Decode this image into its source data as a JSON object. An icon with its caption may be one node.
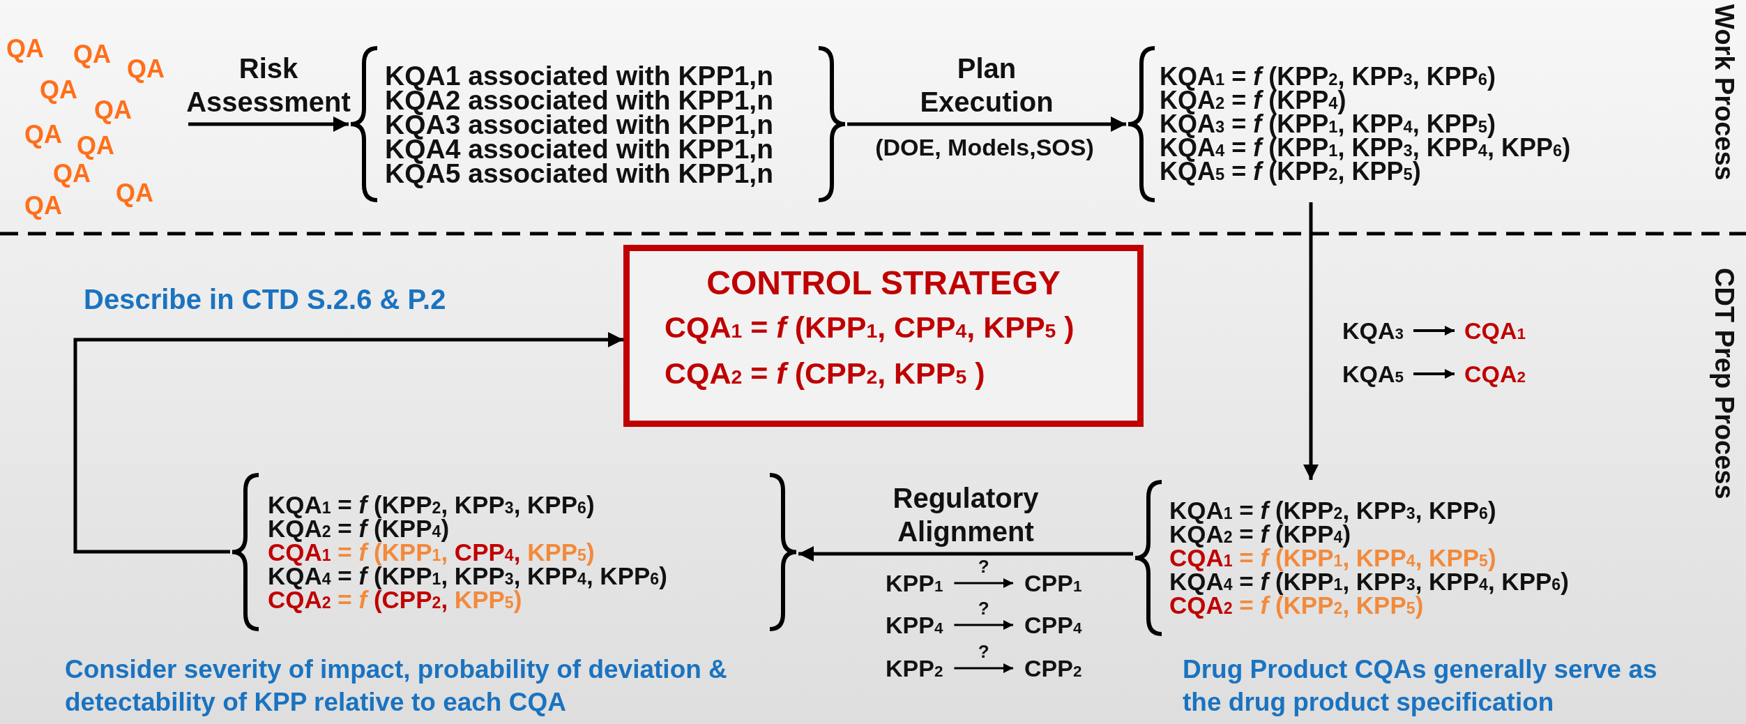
{
  "diagram": {
    "nodes": [
      {
        "text": [
          "QA",
          "QA",
          "QA",
          "QA",
          "QA",
          "QA",
          "QA",
          "QA",
          "QA",
          "QA"
        ]
      },
      {
        "text": [
          "KQA1 associated with KPP1,n",
          "KQA2 associated with KPP1,n",
          "KQA3 associated with KPP1,n",
          "KQA4 associated with KPP1,n",
          "KQA5 associated with KPP1,n"
        ]
      },
      {
        "text": [
          "KQA$_{1}$ = *f* (KPP$_{2}$, KPP$_{3}$, KPP$_{6}$)",
          "KQA$_{2}$ = *f* (KPP$_{4}$)",
          "KQA$_{3}$ = *f* (KPP$_{1}$, KPP$_{4}$, KPP$_{5}$)",
          "KQA$_{4}$ = *f* (KPP$_{1}$, KPP$_{3}$, KPP$_{4}$, KPP$_{6}$)",
          "KQA$_{5}$ = *f* (KPP$_{2}$, KPP$_{5}$)"
        ]
      },
      {
        "text": [
          "CONTROL STRATEGY",
          "CQA$_{1}$ = *f* (KPP$_{1}$, CPP$_{4}$, KPP$_{5}$ )",
          "CQA$_{2}$ = *f* (CPP$_{2}$, KPP$_{5}$ )"
        ]
      },
      {
        "text": [
          "KQA$_{3}$"
        ]
      },
      {
        "text": [
          "CQA$_{1}$"
        ]
      },
      {
        "text": [
          "KQA$_{5}$"
        ]
      },
      {
        "text": [
          "CQA$_{2}$"
        ]
      },
      {
        "text": [
          "KQA$_{1}$ = *f* (KPP$_{2}$, KPP$_{3}$, KPP$_{6}$)",
          "KQA$_{2}$ = *f* (KPP$_{4}$)",
          "CQA$_{1}$",
          "= *f* (KPP$_{1}$,",
          "CPP$_{4}$,",
          "KPP$_{5}$)",
          "KQA$_{4}$ = *f* (KPP$_{1}$, KPP$_{3}$, KPP$_{4}$, KPP$_{6}$)",
          "CQA$_{2}$",
          "= *f*",
          "(CPP$_{2}$,",
          "KPP$_{5}$)"
        ],
        "beside": [
          "Consider severity of impact, probability of deviation & detectability of KPP relative to each CQA"
        ]
      },
      {
        "text": [
          "KQA$_{1}$ = *f* (KPP$_{2}$, KPP$_{3}$, KPP$_{6}$)",
          "KQA$_{2}$ = *f* (KPP$_{4}$)",
          "CQA$_{1}$",
          "= *f* (KPP$_{1}$, KPP$_{4}$, KPP$_{5}$)",
          "KQA$_{4}$ = *f* (KPP$_{1}$, KPP$_{3}$, KPP$_{4}$, KPP$_{6}$)",
          "CQA$_{2}$",
          "= *f* (KPP$_{2}$, KPP$_{5}$)"
        ],
        "beside": [
          "Drug Product CQAs generally serve as the drug product specification"
        ]
      },
      {
        "text": [
          "KPP$_{1}$"
        ]
      },
      {
        "text": [
          "CPP$_{1}$"
        ]
      },
      {
        "text": [
          "KPP$_{4}$"
        ]
      },
      {
        "text": [
          "CPP$_{4}$"
        ]
      },
      {
        "text": [
          "KPP$_{2}$"
        ]
      },
      {
        "text": [
          "CPP$_{2}$"
        ]
      }
    ],
    "edges": [
      {
        "from": 0,
        "to": 1,
        "arrow": "to",
        "label": "Risk Assessment"
      },
      {
        "from": 1,
        "to": 2,
        "arrow": "to",
        "label": "Plan Execution"
      },
      {
        "from": 2,
        "to": 9,
        "arrow": "to"
      },
      {
        "from": 9,
        "to": 8,
        "arrow": "to",
        "label": "Regulatory Alignment"
      },
      {
        "from": 8,
        "to": 3,
        "arrow": "to",
        "label": "Describe in CTD S.2.6 & P.2"
      },
      {
        "from": 4,
        "to": 5,
        "arrow": "to"
      },
      {
        "from": 6,
        "to": 7,
        "arrow": "to"
      },
      {
        "from": 10,
        "to": 11,
        "arrow": "to",
        "label": "?"
      },
      {
        "from": 12,
        "to": 13,
        "arrow": "to",
        "label": "?"
      },
      {
        "from": 14,
        "to": 15,
        "arrow": "to",
        "label": "?"
      }
    ],
    "labels": [
      "(DOE, Models,SOS)",
      "Work Process",
      "CDT Prep Process"
    ]
  }
}
